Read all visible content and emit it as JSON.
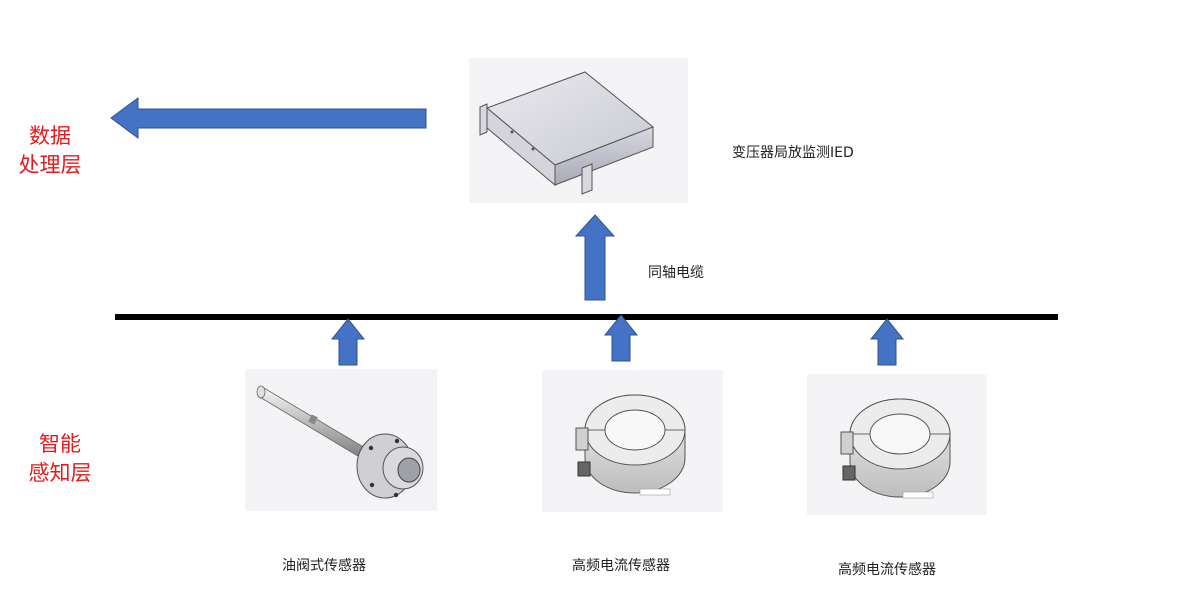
{
  "layers": {
    "processing": {
      "line1": "数据",
      "line2": "处理层"
    },
    "sensing": {
      "line1": "智能",
      "line2": "感知层"
    }
  },
  "ied": {
    "label": "变压器局放监测IED"
  },
  "link": {
    "label": "同轴电缆"
  },
  "sensors": [
    {
      "label": "油阀式传感器"
    },
    {
      "label": "高频电流传感器"
    },
    {
      "label": "高频电流传感器"
    }
  ],
  "colors": {
    "arrow": "#4472c4",
    "bus": "#000000",
    "layer_text": "#e8191b"
  }
}
